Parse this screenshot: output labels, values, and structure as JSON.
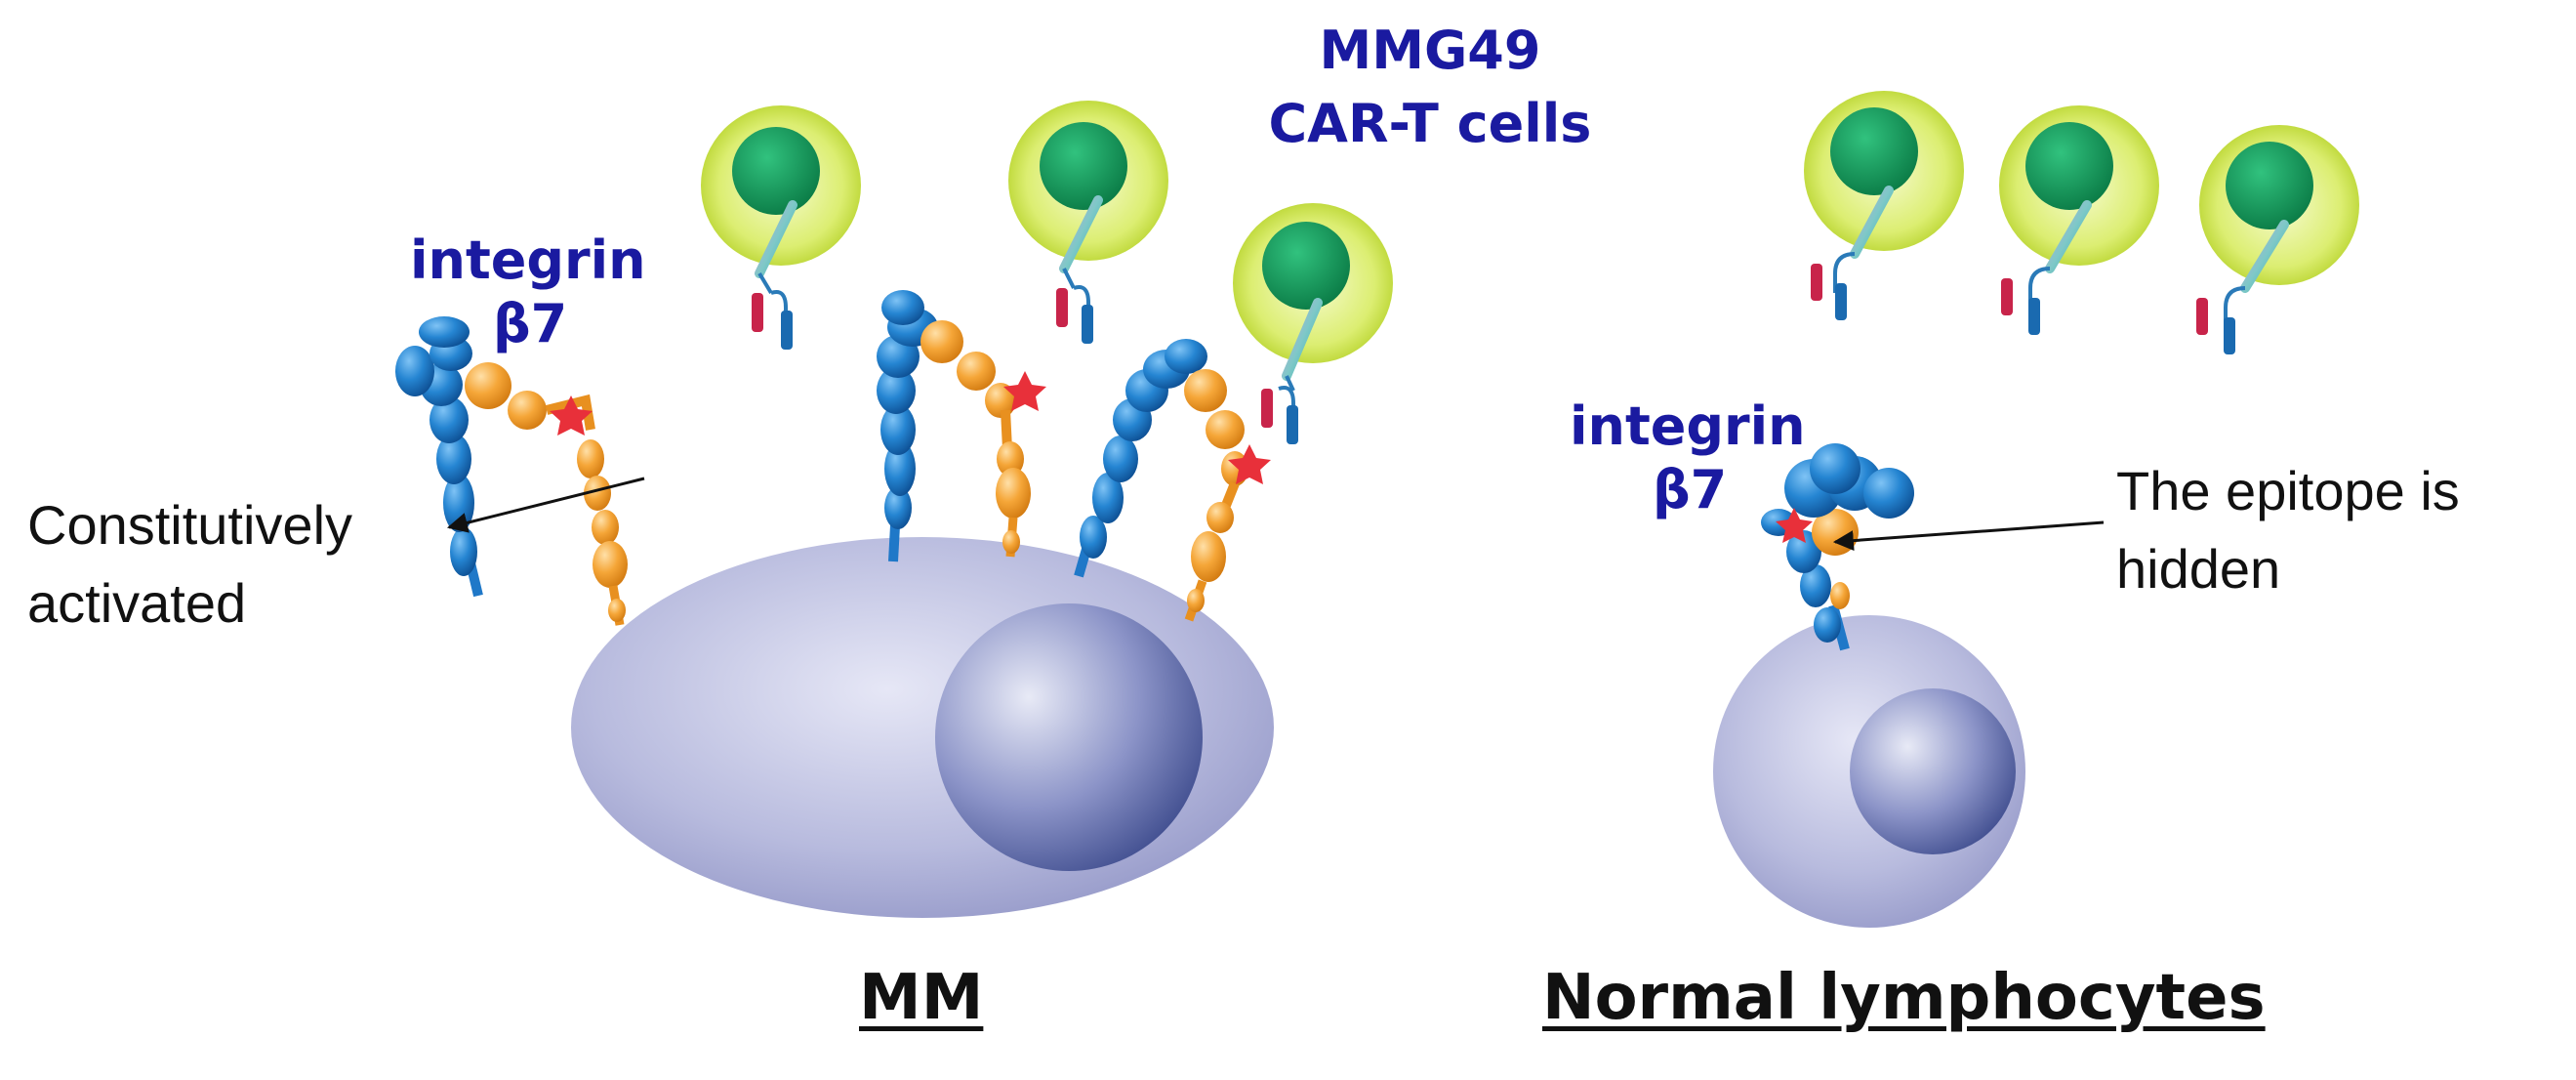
{
  "labels": {
    "car_t_line1": "MMG49",
    "car_t_line2": "CAR-T cells",
    "integrin_left_line1": "integrin",
    "integrin_left_line2": "β7",
    "integrin_right_line1": "integrin",
    "integrin_right_line2": "β7",
    "constitutive_line1": "Constitutively",
    "constitutive_line2": "activated",
    "epitope_line1": "The epitope is",
    "epitope_line2": "hidden",
    "mm_title": "MM",
    "normal_title": "Normal lymphocytes"
  },
  "colors": {
    "label_blue": "#1a1aa0",
    "cell_body": "#a9acd6",
    "nucleus": "#4a5596",
    "tcell_outer": "#c6e038",
    "tcell_nucleus": "#0f9a5a",
    "integrin_blue": "#1f78c8",
    "integrin_orange": "#f2a13a",
    "epitope_star": "#e8303a"
  }
}
